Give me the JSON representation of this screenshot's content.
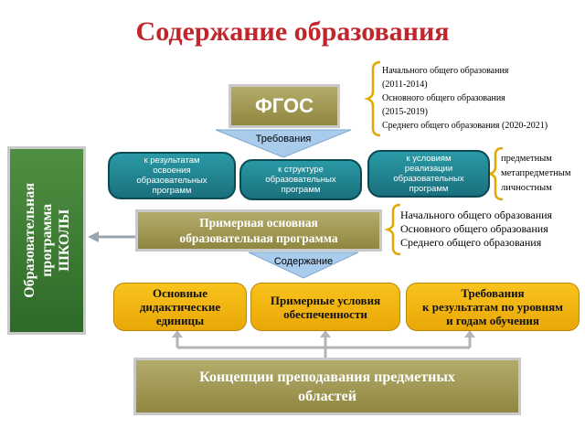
{
  "title": "Содержание образования",
  "fgos": {
    "label": "ФГОС",
    "levels": "Начального общего образования\n(2011-2014)\nОсновного общего образования\n(2015-2019)\nСреднего общего образования (2020-2021)"
  },
  "requirements": {
    "arrow_label": "Требования",
    "boxes": [
      "к результатам\nосвоения\nобразовательных\nпрограмм",
      "к структуре\nобразовательных\nпрограмм",
      "к условиям\nреализации\nобразовательных\nпрограмм"
    ],
    "results_types": "предметным\nметапредметным\nличностным"
  },
  "school_program": "Образовательная\nпрограмма\nШКОЛЫ",
  "model_program": {
    "label": "Примерная основная\nобразовательная программа",
    "levels": "Начального общего образования\nОсновного общего образования\nСреднего общего образования"
  },
  "content": {
    "arrow_label": "Содержание",
    "boxes": [
      "Основные\nдидактические\nединицы",
      "Примерные условия\nобеспеченности",
      "Требования\nк результатам по уровням\nи годам обучения"
    ]
  },
  "concepts": "Концепции преподавания предметных\nобластей",
  "colors": {
    "title": "#c0272d",
    "olive": "#a39b55",
    "teal": "#1e8090",
    "yellow": "#f5b80f",
    "green": "#3a7a33",
    "bracket": "#e0a800",
    "arrow": "#a9ccec"
  }
}
